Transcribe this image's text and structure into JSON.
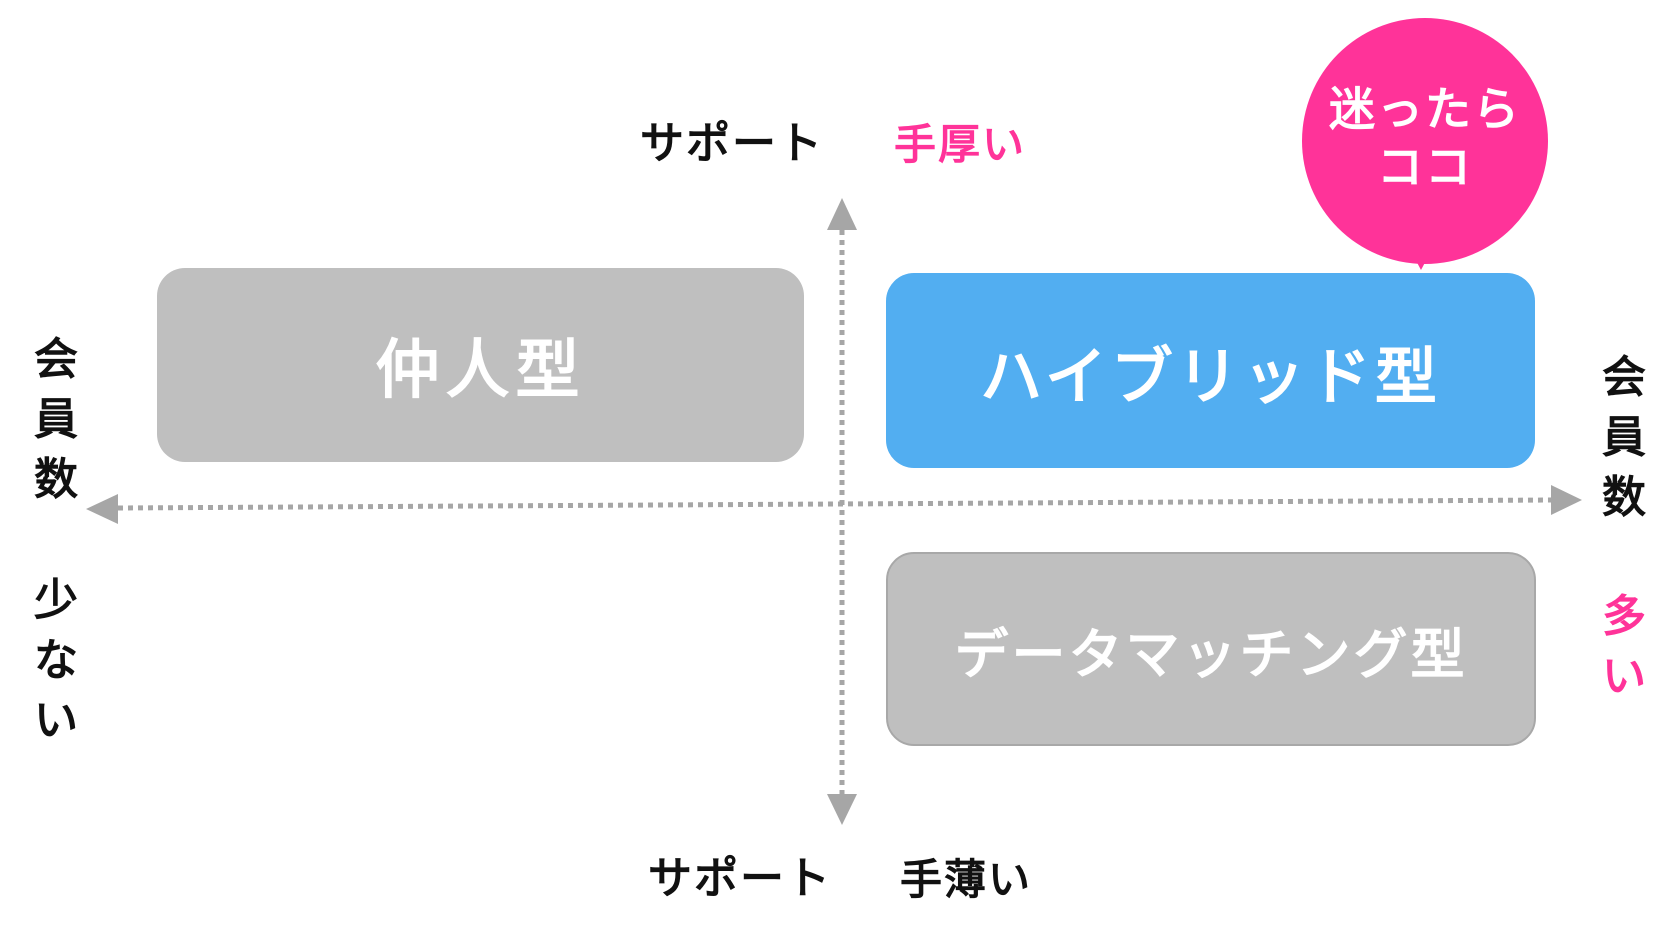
{
  "axes": {
    "top": {
      "name": "サポート",
      "value": "手厚い"
    },
    "bottom": {
      "name": "サポート",
      "value": "手薄い"
    },
    "left": {
      "name": "会員数",
      "value": "少ない"
    },
    "right": {
      "name": "会員数",
      "value": "多い"
    }
  },
  "boxes": {
    "nakodo": "仲人型",
    "hybrid": "ハイブリッド型",
    "data_matching": "データマッチング型"
  },
  "callout": {
    "line1": "迷ったら",
    "line2": "ココ"
  },
  "colors": {
    "accent": "#ff3399",
    "hybrid": "#52aef1",
    "inactive": "#bfbfbf",
    "axis": "#a6a6a6",
    "text": "#111111"
  }
}
